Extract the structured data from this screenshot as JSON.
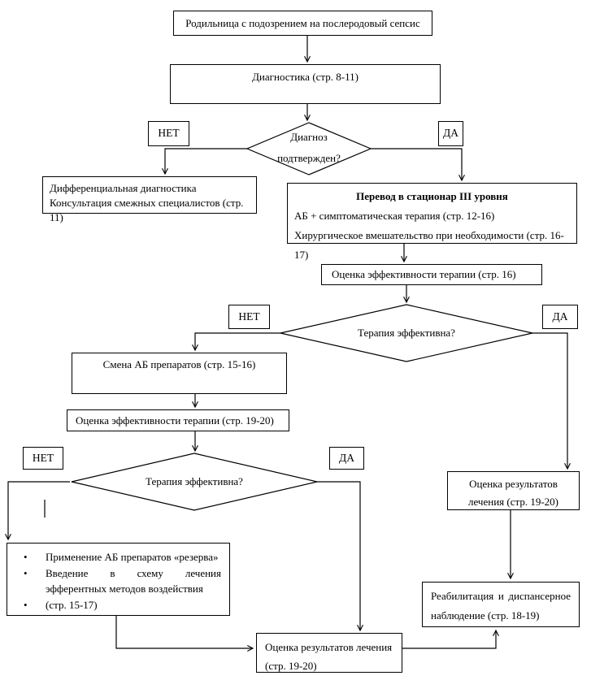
{
  "nodes": {
    "start": {
      "label": "Родильница с подозрением на послеродовый сепсис"
    },
    "diagnostics": {
      "label": "Диагностика (стр. 8-11)"
    },
    "decision1": {
      "line1": "Диагноз",
      "line2": "подтвержден?"
    },
    "no1": {
      "label": "НЕТ"
    },
    "yes1": {
      "label": "ДА"
    },
    "diff_diag": {
      "line1": "Дифференциальная диагностика",
      "line2": "Консультация смежных специалистов (стр. 11)"
    },
    "transfer": {
      "title": "Перевод в стационар III уровня",
      "line1": "АБ + симптоматическая терапия (стр. 12-16)",
      "line2": "Хирургическое вмешательство при необходимости (стр. 16-17)"
    },
    "eval16": {
      "label": "Оценка эффективности терапии (стр. 16)"
    },
    "decision2": {
      "label": "Терапия эффективна?"
    },
    "no2": {
      "label": "НЕТ"
    },
    "yes2": {
      "label": "ДА"
    },
    "change_ab": {
      "label": "Смена АБ препаратов (стр. 15-16)"
    },
    "eval1920": {
      "label": "Оценка эффективности терапии (стр. 19-20)"
    },
    "decision3": {
      "label": "Терапия эффективна?"
    },
    "no3": {
      "label": "НЕТ"
    },
    "yes3": {
      "label": "ДА"
    },
    "reserve": {
      "bullet1": "Применение АБ препаратов «резерва»",
      "bullet2": "Введение в схему лечения эфферентных методов воздействия",
      "bullet3": "(стр. 15-17)"
    },
    "result_bottom": {
      "line1": "Оценка результатов лечения",
      "line2": "(стр. 19-20)"
    },
    "result_right": {
      "line1": "Оценка результатов",
      "line2": "лечения (стр. 19-20)"
    },
    "rehab": {
      "line1": "Реабилитация и диспансерное",
      "line2": "наблюдение (стр. 18-19)"
    }
  },
  "colors": {
    "line": "#000000",
    "background": "#ffffff"
  }
}
